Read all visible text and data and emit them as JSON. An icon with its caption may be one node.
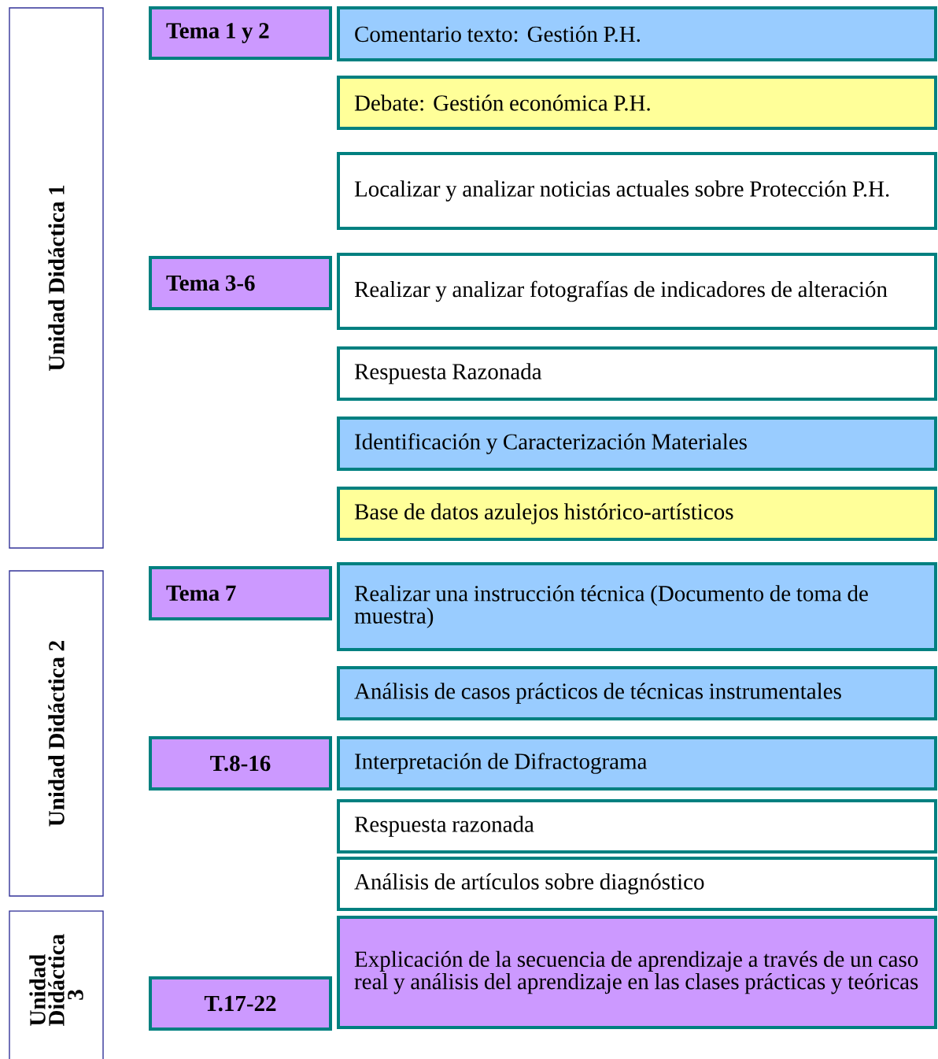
{
  "diagram": {
    "nodes": [
      {
        "text": [
          "Unidad Didáctica 1"
        ]
      },
      {
        "text": [
          "Unidad Didáctica 2"
        ]
      },
      {
        "text": [
          "Unidad Didáctica 3"
        ]
      },
      {
        "text": [
          "Tema 1 y 2"
        ]
      },
      {
        "text": [
          "Tema 3-6"
        ]
      },
      {
        "text": [
          "Tema 7"
        ]
      },
      {
        "text": [
          "T.8-16"
        ]
      },
      {
        "text": [
          "T.17-22"
        ]
      },
      {
        "text": [
          "Comentario texto: Gestión P.H."
        ]
      },
      {
        "text": [
          "Debate: Gestión económica P.H."
        ]
      },
      {
        "text": [
          "Localizar  y analizar noticias actuales sobre Protección P.H."
        ]
      },
      {
        "text": [
          "Realizar y analizar fotografías de indicadores de alteración"
        ]
      },
      {
        "text": [
          "Respuesta Razonada"
        ]
      },
      {
        "text": [
          "Identificación y Caracterización Materiales"
        ]
      },
      {
        "text": [
          "Base de datos azulejos histórico-artísticos"
        ]
      },
      {
        "text": [
          "Realizar una instrucción técnica (Documento de toma de muestra)"
        ]
      },
      {
        "text": [
          "Análisis de casos prácticos de técnicas instrumentales"
        ]
      },
      {
        "text": [
          "Interpretación de Difractograma"
        ]
      },
      {
        "text": [
          "Respuesta razonada"
        ]
      },
      {
        "text": [
          "Análisis de artículos sobre diagnóstico"
        ]
      },
      {
        "text": [
          "Explicación de la secuencia de aprendizaje a través de un caso real y análisis del aprendizaje en las clases prácticas y teóricas"
        ]
      }
    ]
  }
}
